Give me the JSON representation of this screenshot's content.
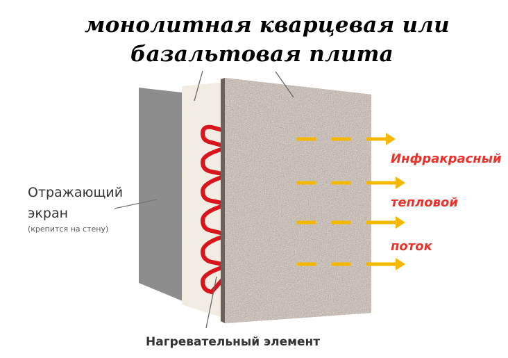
{
  "title": {
    "line1": "монолитная кварцевая или",
    "line2": "базальтовая  плита"
  },
  "labels": {
    "screen": "Отражающий",
    "screen2": "экран",
    "screen_note": "(крепится  на стену)",
    "heater": "Нагревательный элемент",
    "flow1": "Инфракрасный",
    "flow2": "тепловой",
    "flow3": "поток"
  },
  "colors": {
    "reflector": "#8c8c8c",
    "plate_light": "#e9e3d6",
    "plate_stone": "#8d7f75",
    "heater_coil": "#d8151c",
    "flow_arrows": "#f5b800",
    "flow_text": "#e8322b"
  }
}
